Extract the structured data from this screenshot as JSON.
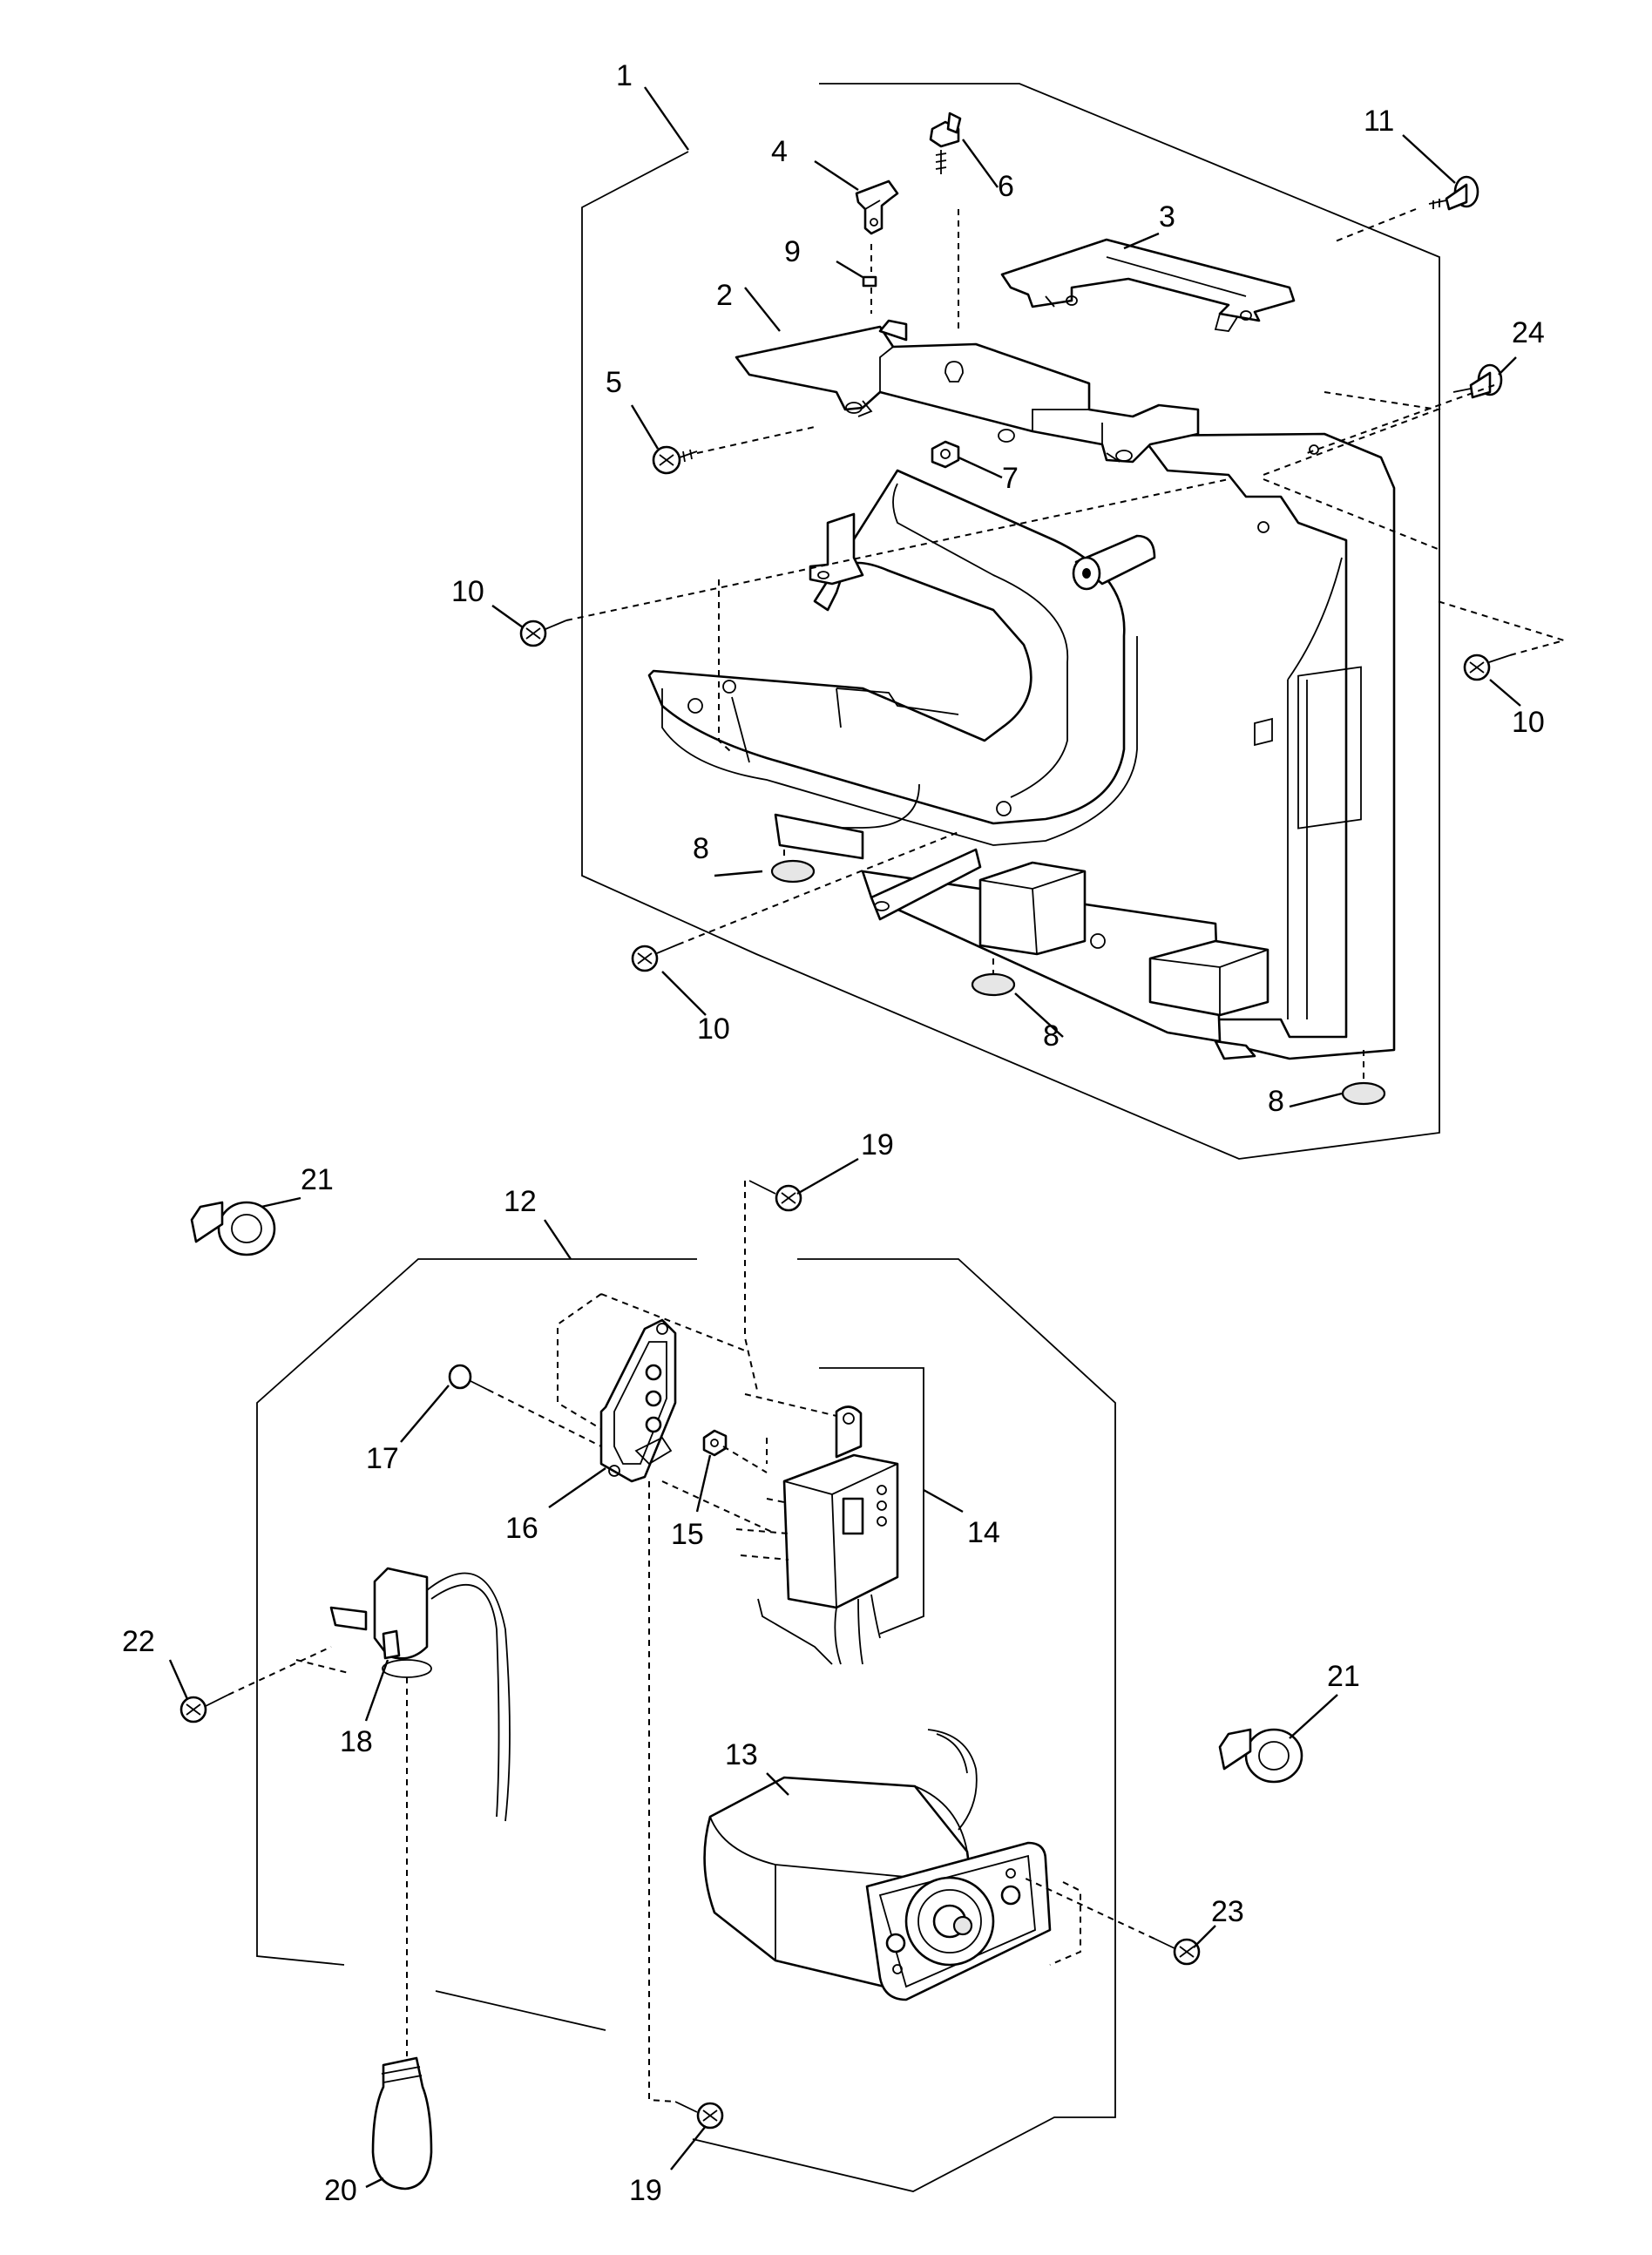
{
  "diagram": {
    "type": "exploded-parts-diagram",
    "callouts": [
      "1",
      "2",
      "3",
      "4",
      "5",
      "6",
      "7",
      "8",
      "9",
      "10",
      "11",
      "12",
      "13",
      "14",
      "15",
      "16",
      "17",
      "18",
      "19",
      "20",
      "21",
      "22",
      "23",
      "24"
    ]
  }
}
